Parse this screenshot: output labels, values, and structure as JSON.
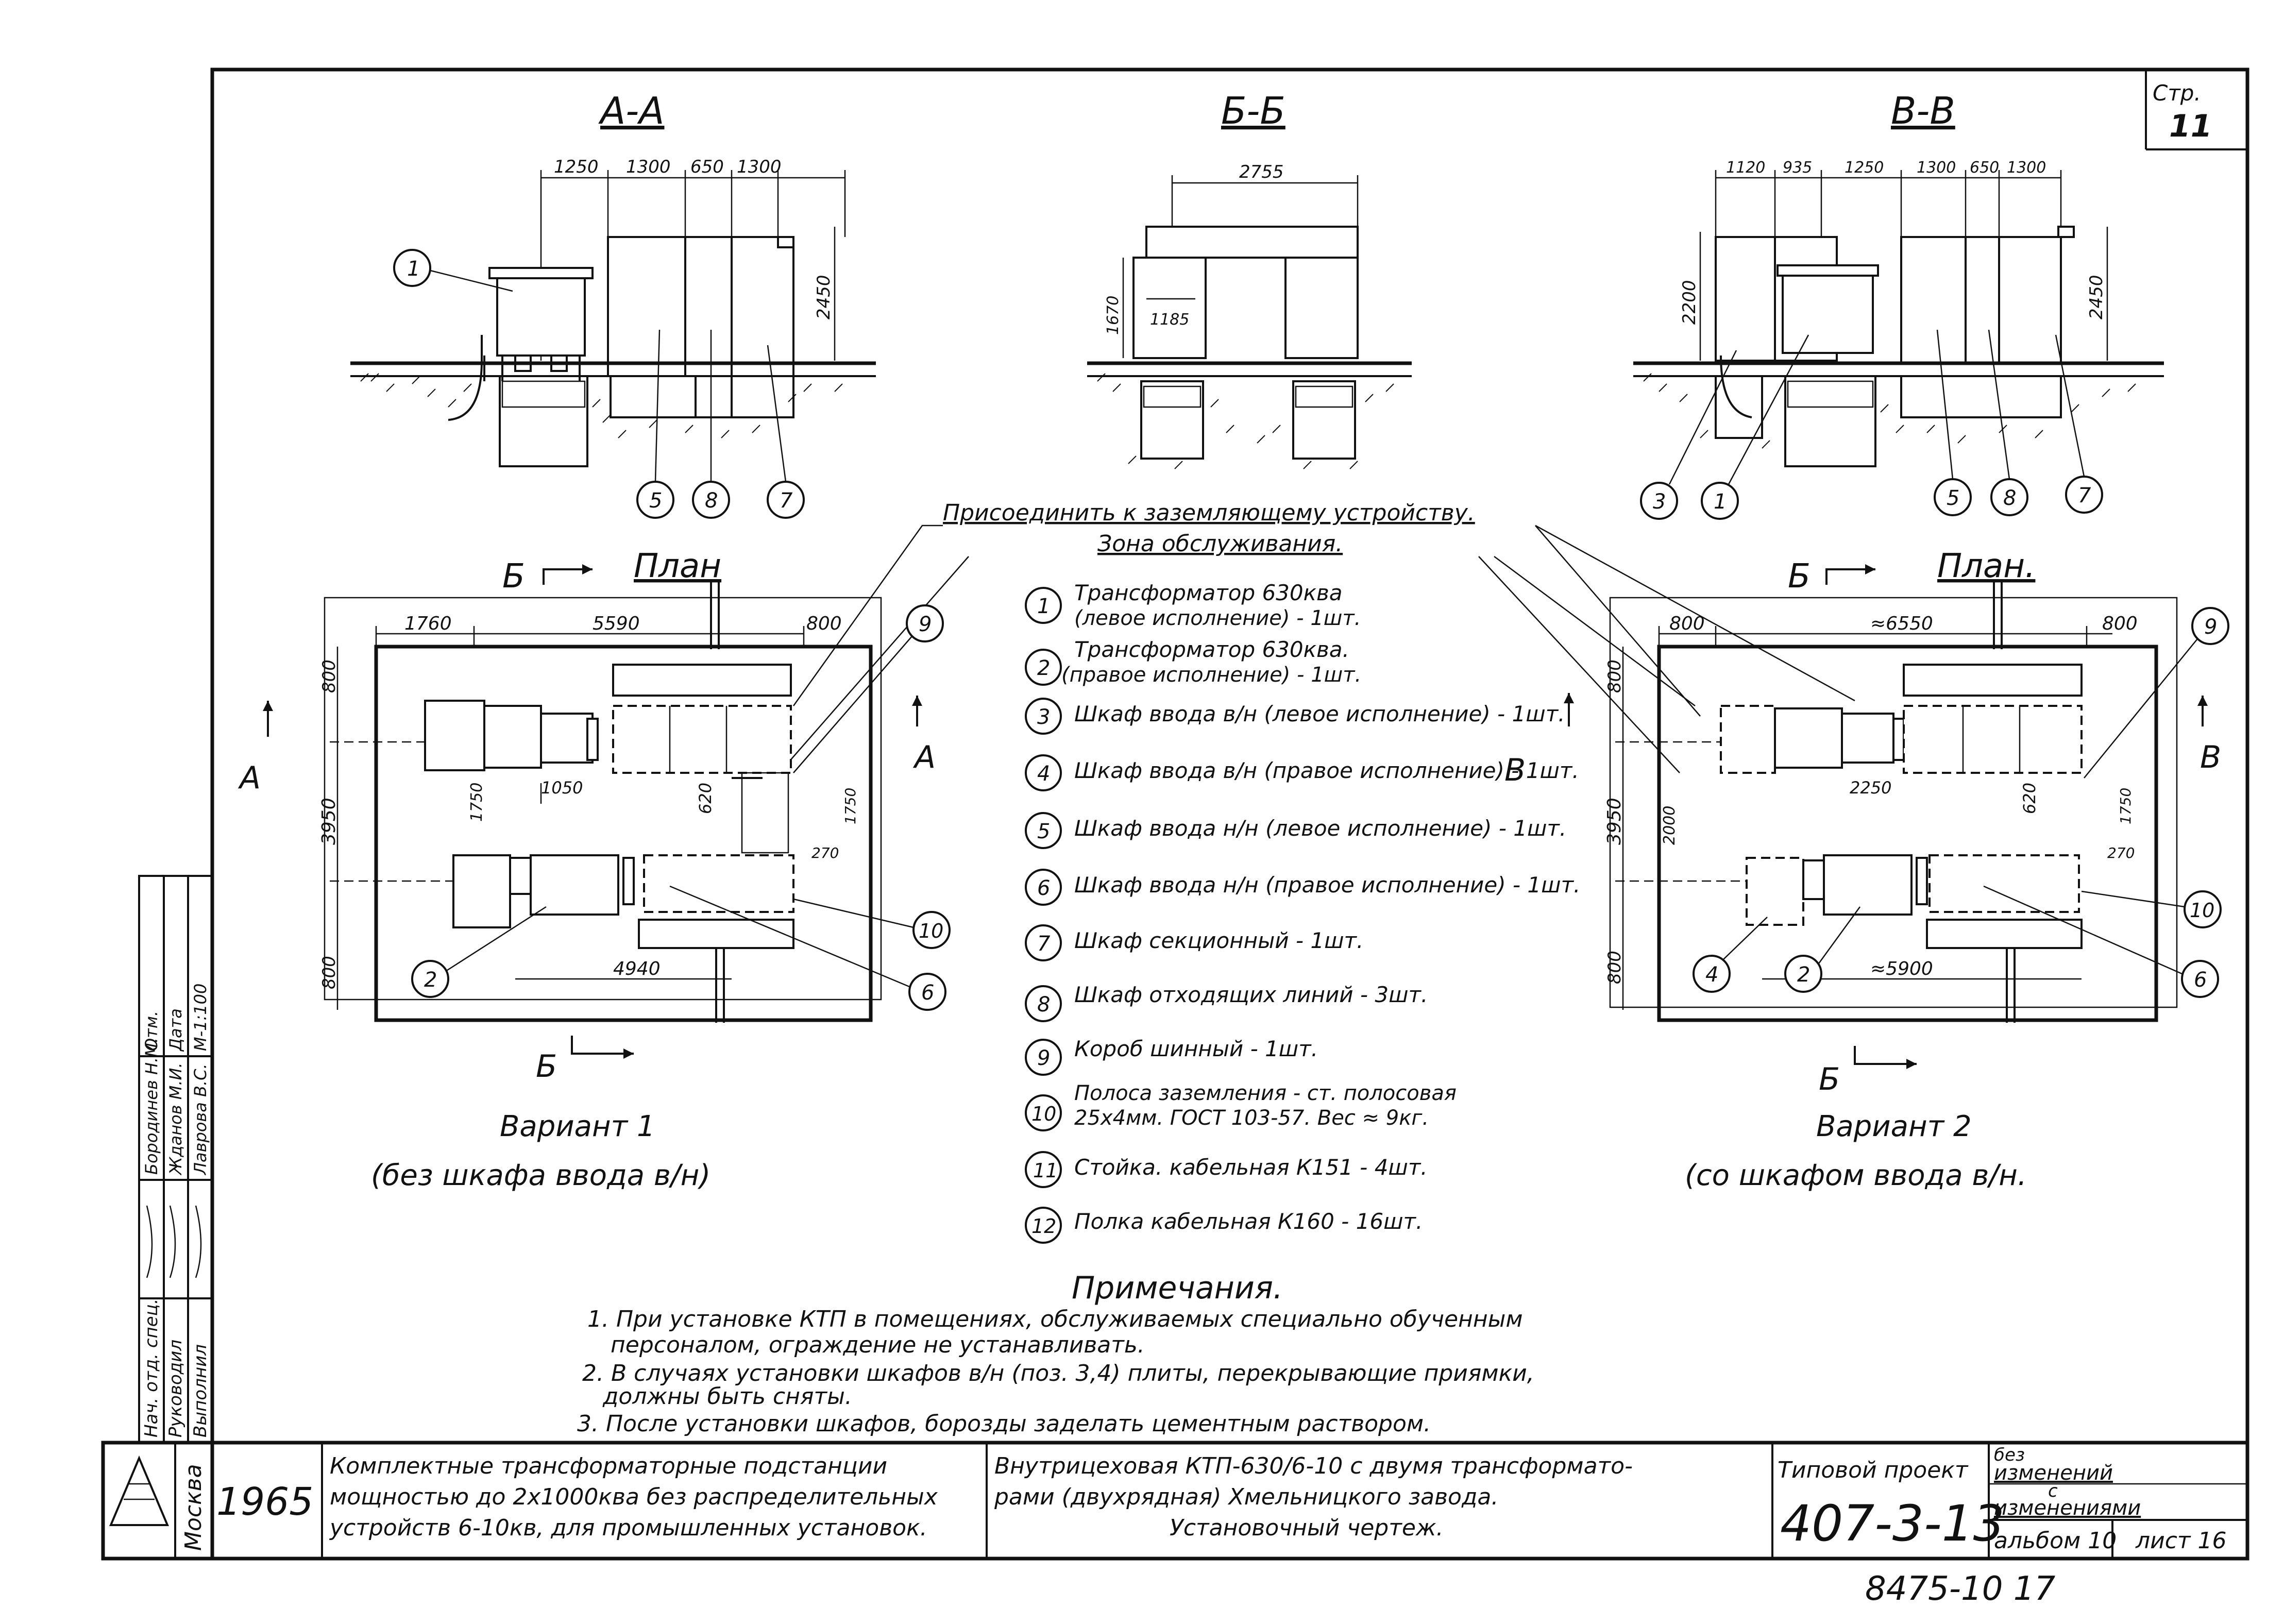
{
  "page_label": "Стр.",
  "page_number": "11",
  "sections": {
    "aa": {
      "title": "А-А",
      "dims": [
        "1250",
        "1300",
        "650",
        "1300"
      ],
      "height": "2450",
      "callouts": [
        "1",
        "5",
        "8",
        "7"
      ]
    },
    "bb": {
      "title": "Б-Б",
      "dim_top": "2755",
      "dim_inner": "1185",
      "height": "1670"
    },
    "vv": {
      "title": "В-В",
      "dims": [
        "1120",
        "935",
        "1250",
        "1300",
        "650",
        "1300"
      ],
      "height_left": "2200",
      "height_right": "2450",
      "callouts": [
        "3",
        "1",
        "5",
        "8",
        "7"
      ]
    }
  },
  "ground_note": "Присоединить к заземляющему устройству.",
  "service_zone": "Зона обслуживания.",
  "plan_left": {
    "title": "План",
    "cut_b": "Б",
    "cut_a": "А",
    "dims": {
      "d1760": "1760",
      "d5590": "5590",
      "d800": "800",
      "d800_top": "800",
      "d3950": "3950",
      "d800_bottom": "800",
      "d1750": "1750",
      "d1050": "1050",
      "d620": "620",
      "d1750r": "1750",
      "d270": "270",
      "d4940": "4940"
    },
    "callouts": [
      "9",
      "10",
      "2",
      "6"
    ],
    "variant": "Вариант 1",
    "variant_note": "(без шкафа ввода в/н)"
  },
  "plan_right": {
    "title": "План.",
    "cut_b": "Б",
    "cut_v": "В",
    "dims": {
      "d800a": "800",
      "d6550": "≈6550",
      "d800b": "800",
      "d800_top": "800",
      "d3950": "3950",
      "d800_bottom": "800",
      "d2000": "2000",
      "d2250": "2250",
      "d620": "620",
      "d1750": "1750",
      "d270": "270",
      "d5900": "≈5900"
    },
    "callouts": [
      "9",
      "10",
      "4",
      "2",
      "6"
    ],
    "variant": "Вариант 2",
    "variant_note": "(со шкафом ввода в/н."
  },
  "legend": [
    {
      "n": "1",
      "text": "Трансформатор 630ква",
      "text2": "(левое исполнение) - 1шт."
    },
    {
      "n": "2",
      "text": "Трансформатор 630ква.",
      "text2": "(правое исполнение) - 1шт."
    },
    {
      "n": "3",
      "text": "Шкаф ввода в/н (левое исполнение) - 1шт.",
      "text2": ""
    },
    {
      "n": "4",
      "text": "Шкаф ввода в/н (правое исполнение) - 1шт.",
      "text2": ""
    },
    {
      "n": "5",
      "text": "Шкаф ввода н/н (левое исполнение) - 1шт.",
      "text2": ""
    },
    {
      "n": "6",
      "text": "Шкаф ввода н/н (правое исполнение) - 1шт.",
      "text2": ""
    },
    {
      "n": "7",
      "text": "Шкаф секционный - 1шт.",
      "text2": ""
    },
    {
      "n": "8",
      "text": "Шкаф отходящих линий - 3шт.",
      "text2": ""
    },
    {
      "n": "9",
      "text": "Короб шинный - 1шт.",
      "text2": ""
    },
    {
      "n": "10",
      "text": "Полоса заземления - ст. полосовая",
      "text2": "25х4мм. ГОСТ 103-57. Вес ≈ 9кг."
    },
    {
      "n": "11",
      "text": "Стойка. кабельная К151 - 4шт.",
      "text2": ""
    },
    {
      "n": "12",
      "text": "Полка кабельная К160 - 16шт.",
      "text2": ""
    }
  ],
  "notes": {
    "title": "Примечания.",
    "lines": [
      "1. При установке КТП в помещениях, обслуживаемых специально обученным",
      "персоналом, ограждение не устанавливать.",
      "2. В случаях установки шкафов в/н (поз. 3,4) плиты, перекрывающие приямки,",
      "должны быть сняты.",
      "3. После установки шкафов, борозды заделать цементным раствором."
    ]
  },
  "signatures": [
    {
      "role": "Нач. отд. спец.",
      "name": "Бородинев Н.М.",
      "extra": "Отм."
    },
    {
      "role": "Руководил",
      "name": "Жданов М.И.",
      "extra": "Дата"
    },
    {
      "role": "Выполнил",
      "name": "Лаврова В.С.",
      "extra": "М-1:100"
    }
  ],
  "title_block": {
    "city": "Москва",
    "year": "1965",
    "description": [
      "Комплектные трансформаторные подстанции",
      "мощностью до 2х1000ква без распределительных",
      "устройств 6-10кв, для промышленных установок."
    ],
    "drawing": [
      "Внутрицеховая КТП-630/6-10 с двумя трансформато-",
      "рами (двухрядная) Хмельницкого завода.",
      "Установочный чертеж."
    ],
    "project_label": "Типовой проект",
    "project_code": "407-3-13",
    "change1": "без",
    "change2": "изменений",
    "change3": "с",
    "change4": "изменениями",
    "album": "альбом 10",
    "sheet": "лист 16",
    "footer_code": "8475-10 17"
  }
}
